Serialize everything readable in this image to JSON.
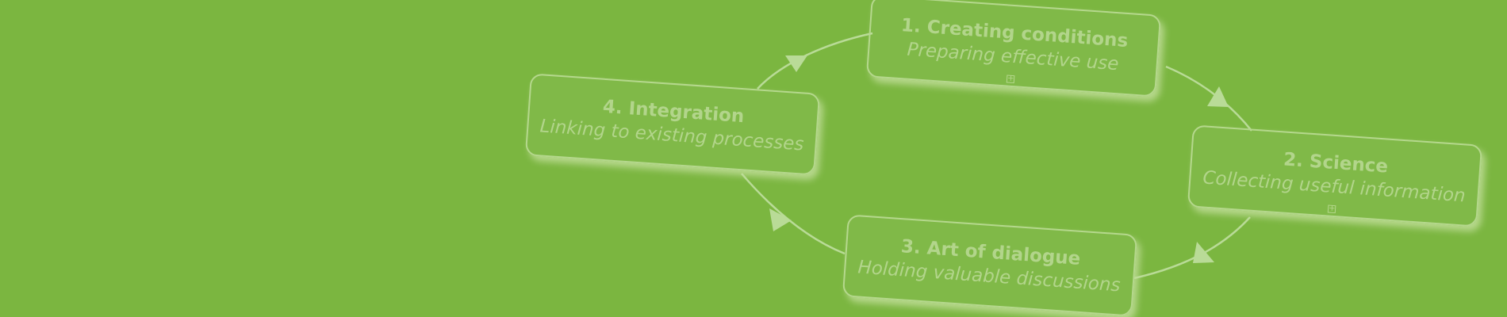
{
  "diagram": {
    "steps": [
      {
        "title": "1. Creating conditions",
        "subtitle": "Preparing effective use",
        "icon": "expand-icon"
      },
      {
        "title": "2. Science",
        "subtitle": "Collecting useful information",
        "icon": "expand-icon"
      },
      {
        "title": "3. Art of dialogue",
        "subtitle": "Holding valuable discussions"
      },
      {
        "title": "4. Integration",
        "subtitle": "Linking to existing processes"
      }
    ],
    "colors": {
      "background": "#7bb640",
      "box_border": "#b5d88d",
      "text": "#b2d58b",
      "connector": "#b9db97"
    }
  }
}
